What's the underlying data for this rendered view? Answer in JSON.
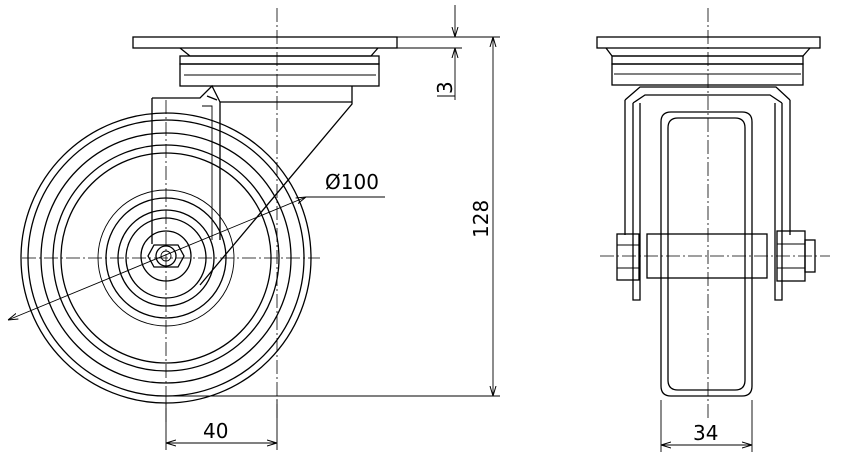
{
  "drawing": {
    "dimensions": {
      "diameter": "Ø100",
      "plate_thickness": "3",
      "overall_height": "128",
      "offset": "40",
      "wheel_width": "34"
    }
  }
}
